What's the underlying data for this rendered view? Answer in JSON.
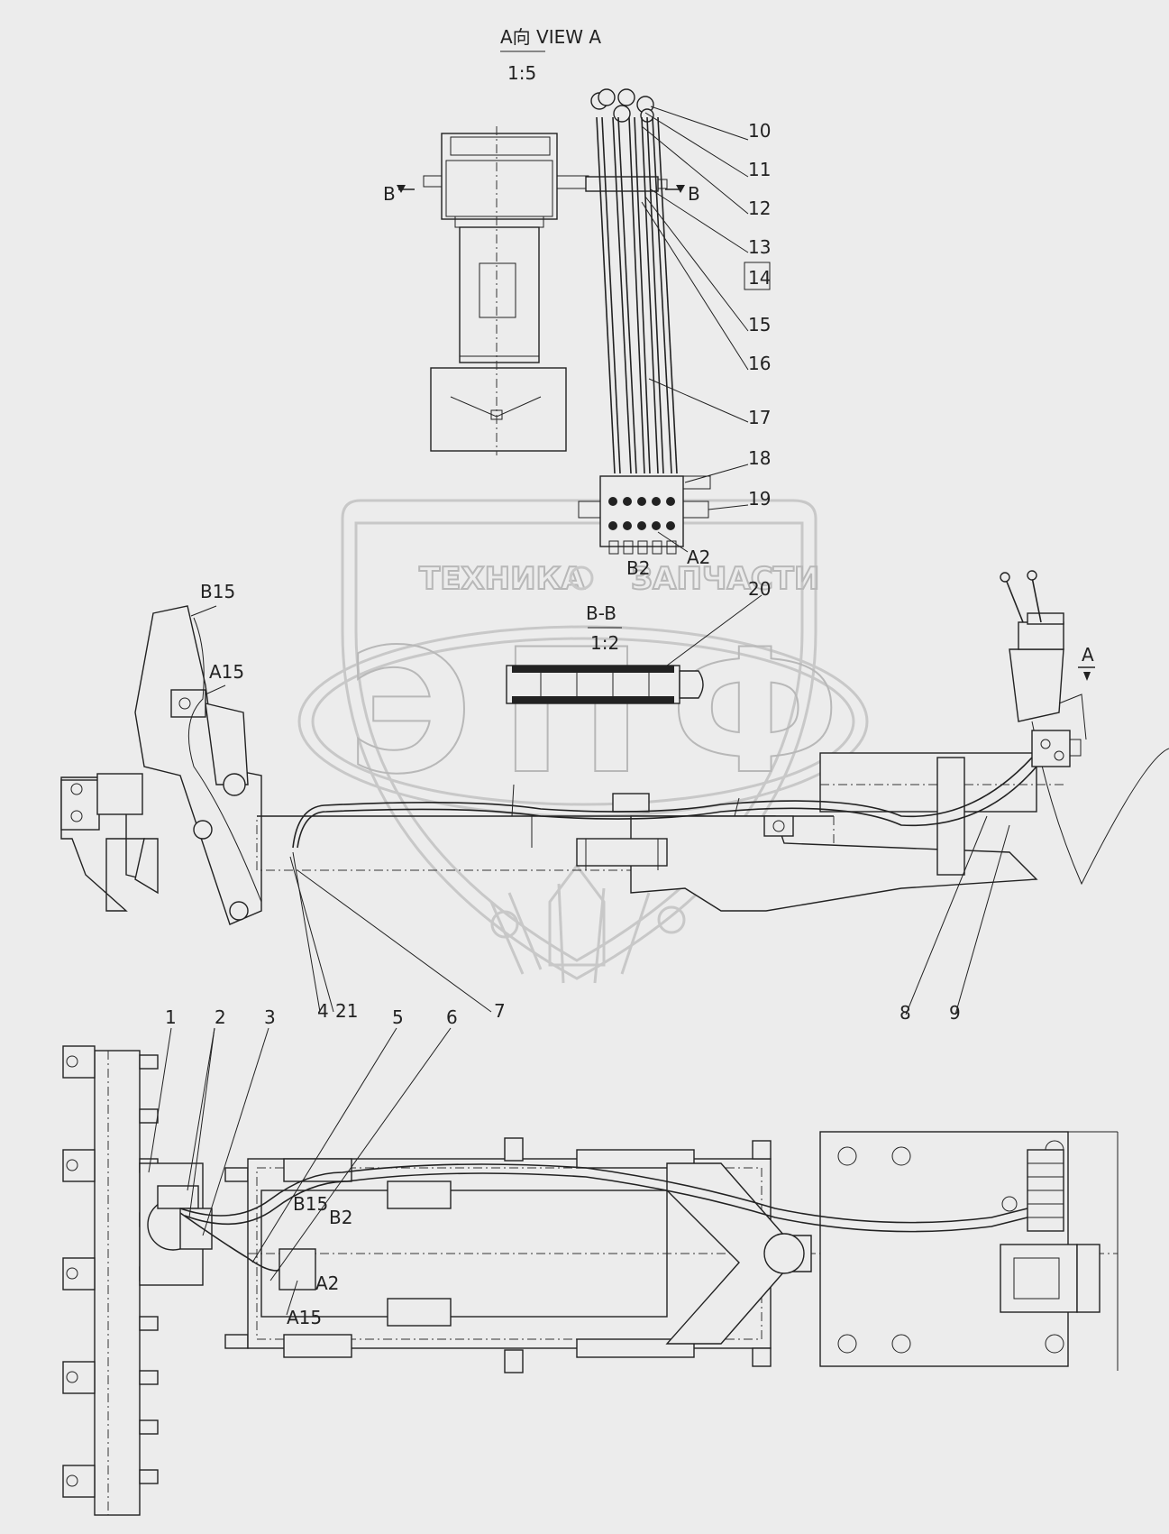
{
  "views": {
    "view_a": {
      "title": "A向 VIEW A",
      "scale": "1:5"
    },
    "section_bb": {
      "title": "B-B",
      "scale": "1:2"
    },
    "view_marker": "A",
    "section_marker": "B"
  },
  "callouts": {
    "c1": "1",
    "c2": "2",
    "c3": "3",
    "c4": "4",
    "c21": "21",
    "c5": "5",
    "c6": "6",
    "c7": "7",
    "c8": "8",
    "c9": "9",
    "c10": "10",
    "c11": "11",
    "c12": "12",
    "c13": "13",
    "c14": "14",
    "c15": "15",
    "c16": "16",
    "c17": "17",
    "c18": "18",
    "c19": "19",
    "c20": "20"
  },
  "ports": {
    "a2": "A2",
    "b2": "B2",
    "a15": "A15",
    "b15": "B15"
  },
  "watermark": {
    "left_word": "ТЕХНИКА",
    "right_word": "ЗАПЧАСТИ",
    "logo_letters": "ЭПФ"
  }
}
